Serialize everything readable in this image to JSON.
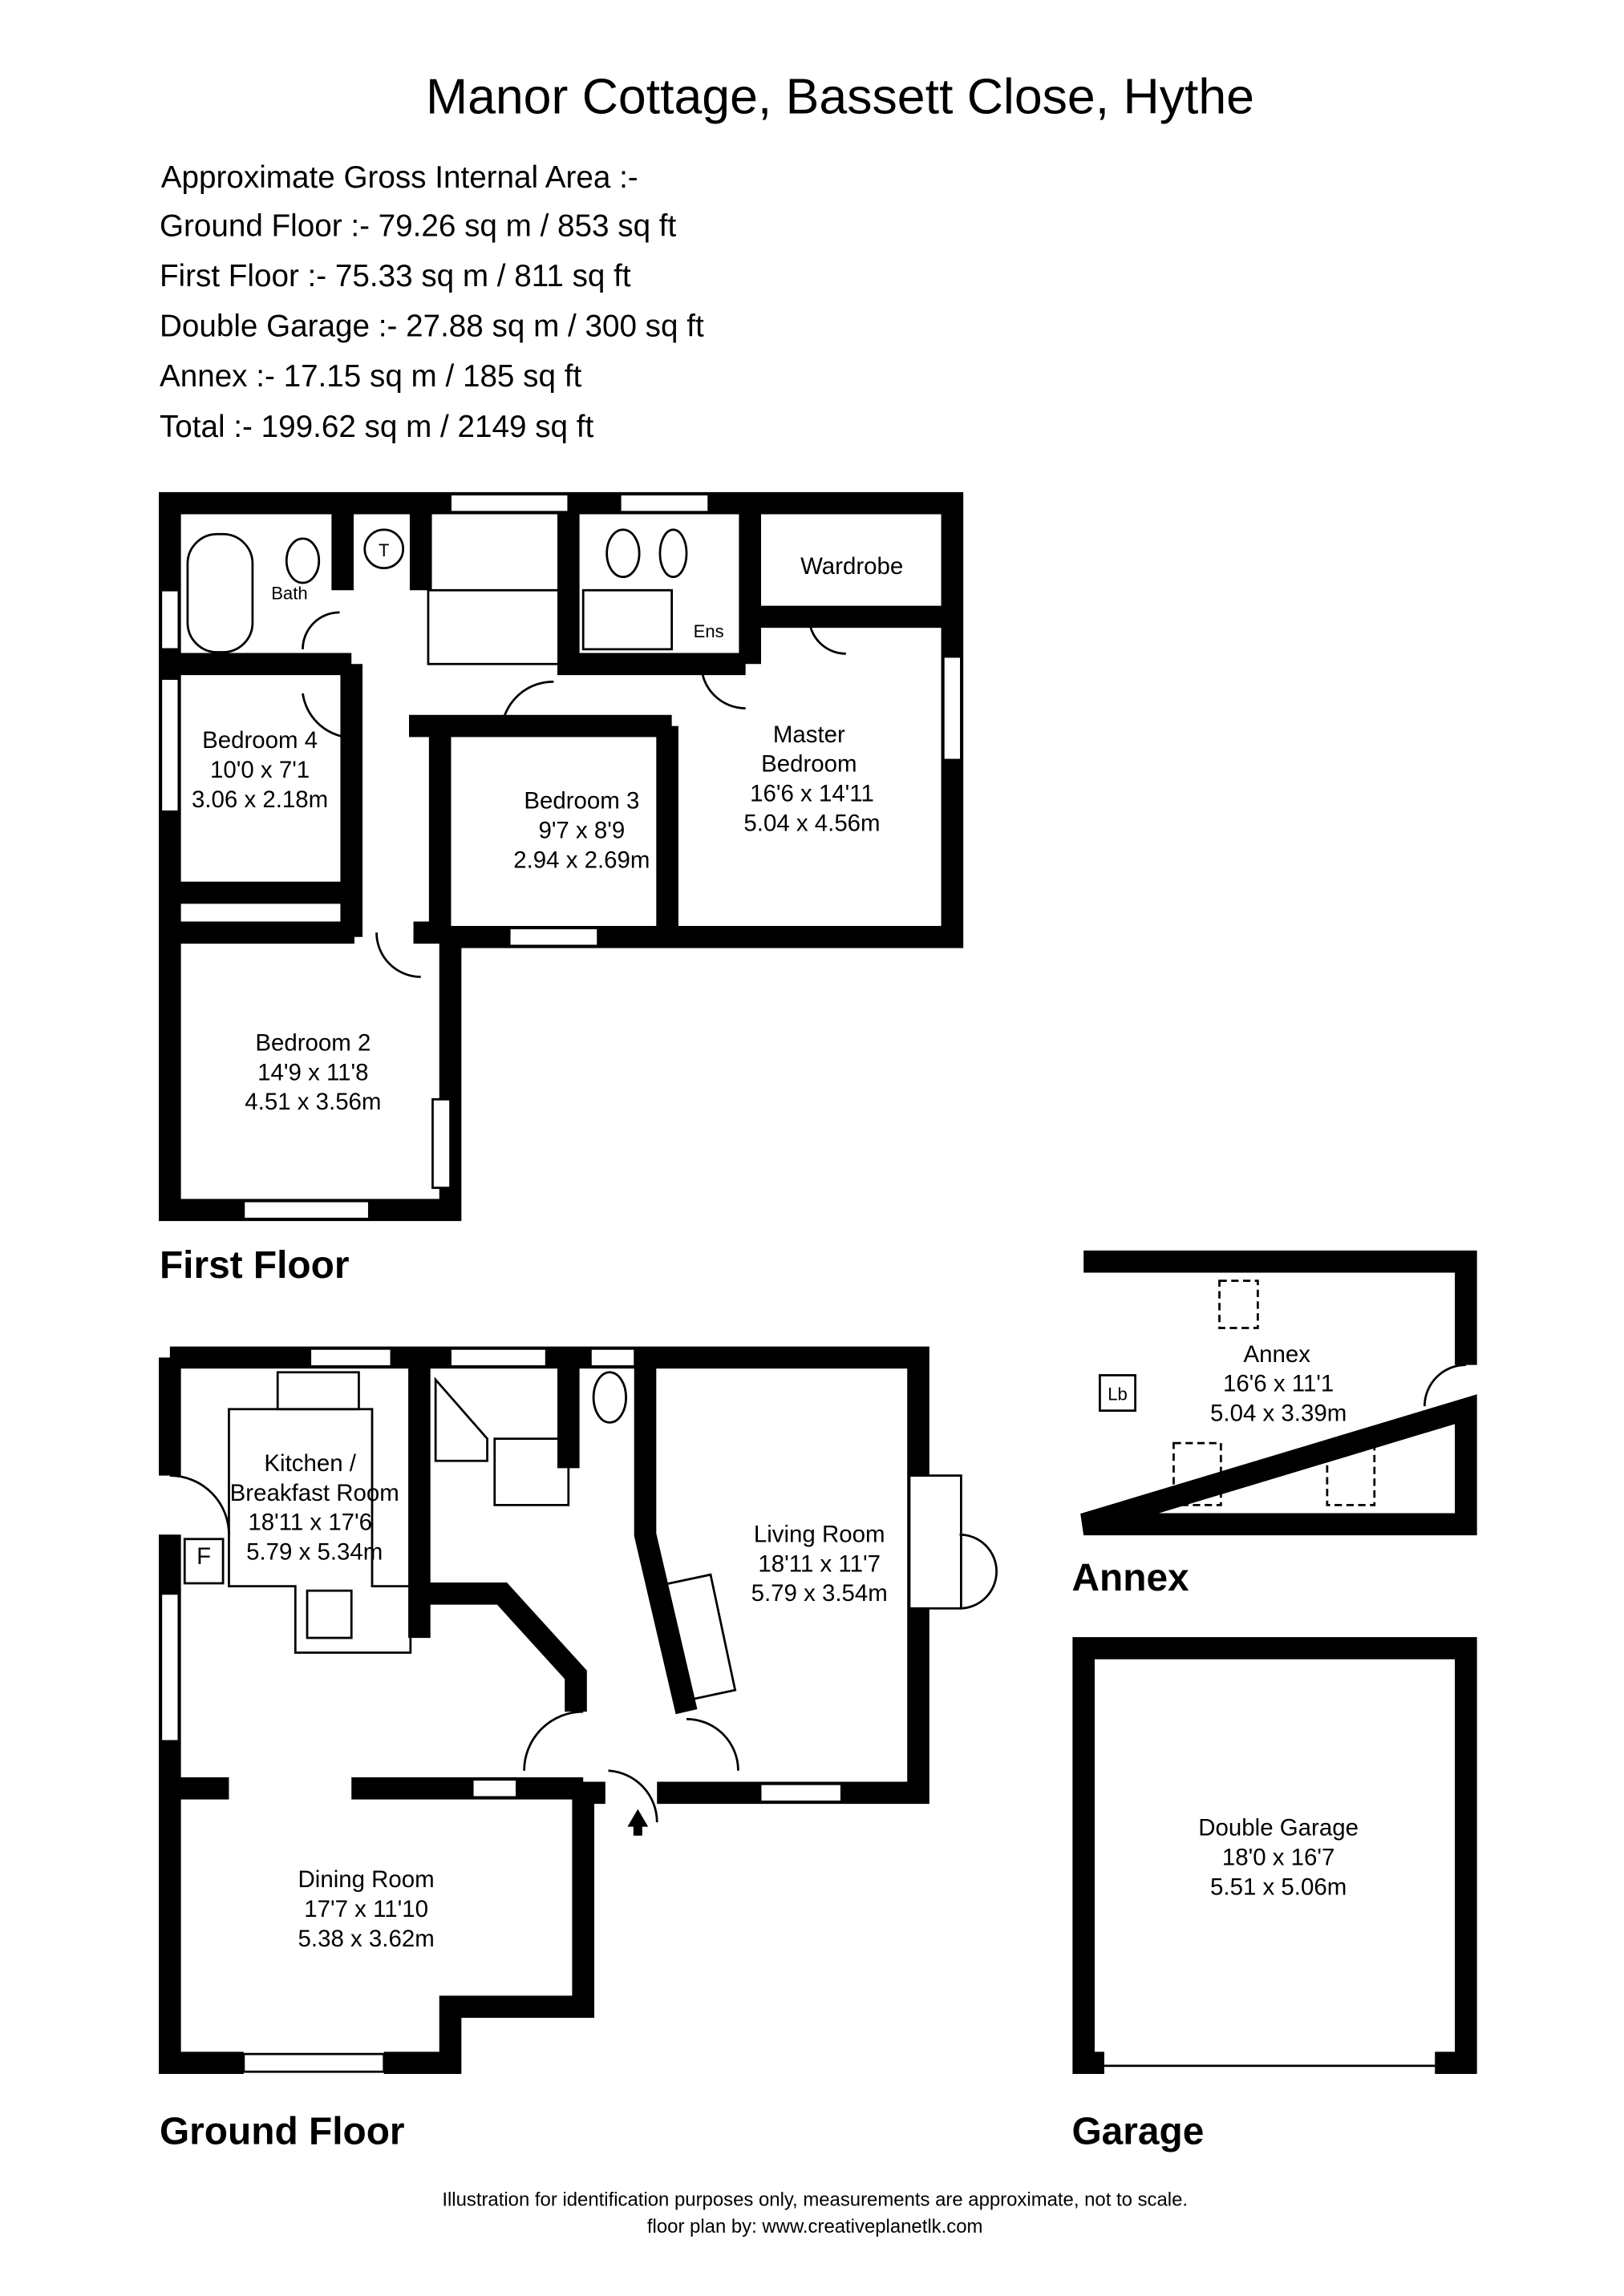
{
  "title": "Manor Cottage, Bassett Close, Hythe",
  "areas": {
    "heading": "Approximate Gross Internal Area :-",
    "lines": [
      "Ground Floor :- 79.26 sq m / 853 sq ft",
      "First Floor :- 75.33 sq m / 811 sq ft",
      "Double Garage :- 27.88 sq m / 300 sq ft",
      "Annex :- 17.15 sq m / 185 sq ft",
      "Total :- 199.62 sq m / 2149 sq ft"
    ]
  },
  "first_floor": {
    "label": "First Floor",
    "fixtures": {
      "bath": "Bath",
      "ensuite": "Ens",
      "tank": "T",
      "wardrobe": "Wardrobe"
    },
    "rooms": [
      {
        "name": "Bedroom 4",
        "imperial": "10'0 x 7'1",
        "metric": "3.06 x 2.18m"
      },
      {
        "name": "Bedroom 3",
        "imperial": "9'7 x 8'9",
        "metric": "2.94 x 2.69m"
      },
      {
        "name": "Master",
        "name2": "Bedroom",
        "imperial": "16'6 x 14'11",
        "metric": "5.04 x 4.56m"
      },
      {
        "name": "Bedroom 2",
        "imperial": "14'9 x 11'8",
        "metric": "4.51 x 3.56m"
      }
    ]
  },
  "ground_floor": {
    "label": "Ground Floor",
    "fixtures": {
      "fridge": "F"
    },
    "rooms": [
      {
        "name": "Kitchen /",
        "name2": "Breakfast Room",
        "imperial": "18'11 x 17'6",
        "metric": "5.79 x 5.34m"
      },
      {
        "name": "Living Room",
        "imperial": "18'11 x 11'7",
        "metric": "5.79 x 3.54m"
      },
      {
        "name": "Dining Room",
        "imperial": "17'7 x 11'10",
        "metric": "5.38 x 3.62m"
      }
    ]
  },
  "annex": {
    "label": "Annex",
    "fixtures": {
      "lb": "Lb"
    },
    "room": {
      "name": "Annex",
      "imperial": "16'6 x 11'1",
      "metric": "5.04 x 3.39m"
    }
  },
  "garage": {
    "label": "Garage",
    "room": {
      "name": "Double Garage",
      "imperial": "18'0 x 16'7",
      "metric": "5.51 x 5.06m"
    }
  },
  "footer": {
    "disclaimer": "Illustration for identification purposes only, measurements are approximate, not to scale.",
    "credit": "floor plan by: www.creativeplanetlk.com"
  }
}
